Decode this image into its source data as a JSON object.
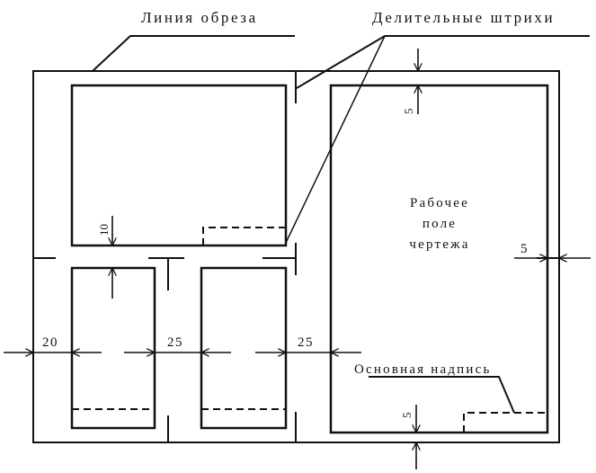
{
  "labels": {
    "trim_line": "Линия обреза",
    "dividing_marks": "Делительные штрихи",
    "working_field": [
      "Рабочее",
      "поле",
      "чертежа"
    ],
    "title_block": "Основная надпись"
  },
  "dimensions": {
    "left_margin": "20",
    "gap_1": "25",
    "gap_2": "25",
    "gap_10": "10",
    "top_5": "5",
    "right_5": "5",
    "bottom_5": "5"
  }
}
